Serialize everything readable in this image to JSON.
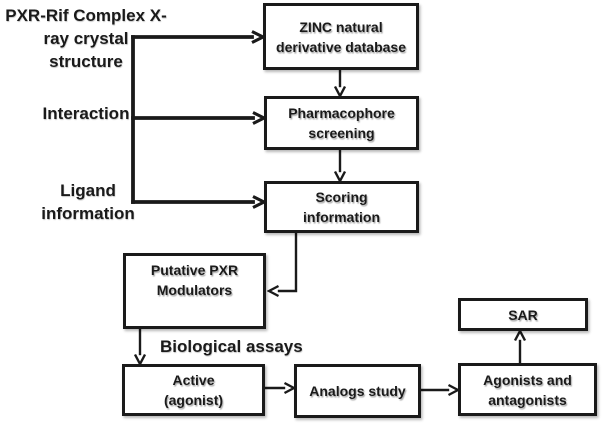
{
  "diagram": {
    "colors": {
      "ink": "#1a1a1a",
      "background": "#ffffff"
    },
    "labels": {
      "crystal_structure": "PXR-Rif Complex X-\nray crystal\nstructure",
      "interaction": "Interaction",
      "ligand_information": "Ligand\ninformation",
      "biological_assays": "Biological assays"
    },
    "boxes": {
      "zinc_database": "ZINC natural\nderivative database",
      "pharmacophore_screening": "Pharmacophore\nscreening",
      "scoring_information": "Scoring\ninformation",
      "putative_modulators": "Putative PXR\nModulators",
      "active_agonist": "Active\n(agonist)",
      "analogs_study": "Analogs study",
      "agonists_antagonists": "Agonists and\nantagonists",
      "sar": "SAR"
    }
  }
}
